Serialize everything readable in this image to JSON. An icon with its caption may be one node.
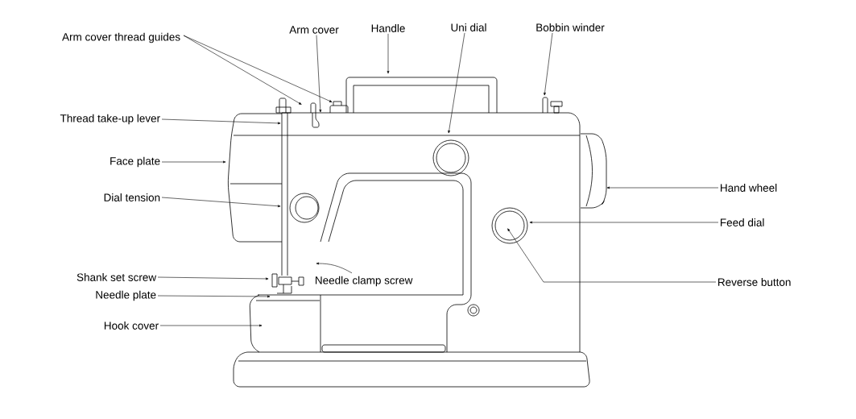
{
  "diagram": {
    "nodes": [
      {
        "text": [
          "Arm cover thread guides"
        ]
      },
      {
        "text": [
          "Arm cover"
        ]
      },
      {
        "text": [
          "Handle"
        ]
      },
      {
        "text": [
          "Uni dial"
        ]
      },
      {
        "text": [
          "Bobbin winder"
        ]
      },
      {
        "text": [
          "Thread take-up lever"
        ]
      },
      {
        "text": [
          "Face plate"
        ]
      },
      {
        "text": [
          "Dial tension"
        ]
      },
      {
        "text": [
          "Hand wheel"
        ]
      },
      {
        "text": [
          "Feed dial"
        ]
      },
      {
        "text": [
          "Reverse button"
        ]
      },
      {
        "text": [
          "Needle clamp screw"
        ]
      },
      {
        "text": [
          "Shank set screw"
        ]
      },
      {
        "text": [
          "Needle plate"
        ]
      },
      {
        "text": [
          "Hook cover"
        ]
      }
    ],
    "edges": [
      {
        "from": 0,
        "to": null,
        "arrow": "to"
      },
      {
        "from": 0,
        "to": null,
        "arrow": "to"
      },
      {
        "from": 1,
        "to": null,
        "arrow": "to"
      },
      {
        "from": 2,
        "to": null,
        "arrow": "to"
      },
      {
        "from": 3,
        "to": null,
        "arrow": "to"
      },
      {
        "from": 4,
        "to": null,
        "arrow": "to"
      },
      {
        "from": 5,
        "to": null,
        "arrow": "to"
      },
      {
        "from": 6,
        "to": null,
        "arrow": "to"
      },
      {
        "from": 7,
        "to": null,
        "arrow": "to"
      },
      {
        "from": 8,
        "to": null,
        "arrow": "to"
      },
      {
        "from": 9,
        "to": null,
        "arrow": "to"
      },
      {
        "from": 10,
        "to": null,
        "arrow": "to"
      },
      {
        "from": 11,
        "to": null,
        "arrow": "to"
      },
      {
        "from": 12,
        "to": null,
        "arrow": "to"
      },
      {
        "from": 13,
        "to": null,
        "arrow": "to"
      },
      {
        "from": 14,
        "to": null,
        "arrow": "to"
      }
    ]
  }
}
